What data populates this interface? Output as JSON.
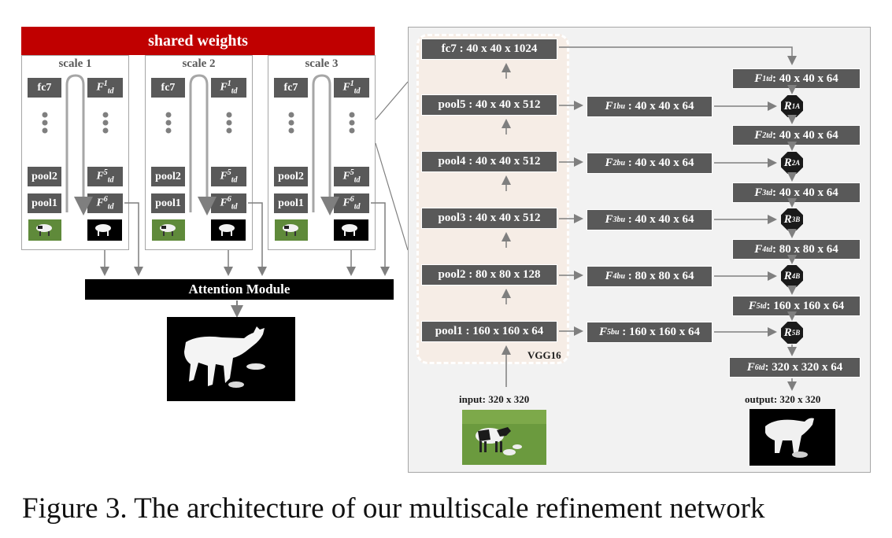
{
  "left": {
    "shared_weights": "shared weights",
    "scales": [
      {
        "title": "scale 1",
        "fc7": "fc7",
        "pool2": "pool2",
        "pool1": "pool1"
      },
      {
        "title": "scale 2",
        "fc7": "fc7",
        "pool2": "pool2",
        "pool1": "pool1"
      },
      {
        "title": "scale 3",
        "fc7": "fc7",
        "pool2": "pool2",
        "pool1": "pool1"
      }
    ],
    "f_base": "F",
    "td_sub": "td",
    "sup_1": "1",
    "sup_5": "5",
    "sup_6": "6",
    "attention": "Attention Module"
  },
  "right": {
    "vgg_label": "VGG16",
    "vgg": [
      {
        "label": "fc7 : 40 x 40 x 1024"
      },
      {
        "label": "pool5 : 40 x 40 x 512"
      },
      {
        "label": "pool4 : 40 x 40 x 512"
      },
      {
        "label": "pool3 : 40 x 40 x 512"
      },
      {
        "label": "pool2 : 80 x 80 x 128"
      },
      {
        "label": "pool1 : 160 x 160 x 64"
      }
    ],
    "fbu": [
      {
        "sup": "1",
        "dims": ": 40 x 40 x 64"
      },
      {
        "sup": "2",
        "dims": ": 40 x 40 x 64"
      },
      {
        "sup": "3",
        "dims": ": 40 x 40 x 64"
      },
      {
        "sup": "4",
        "dims": ": 80 x 80 x 64"
      },
      {
        "sup": "5",
        "dims": ": 160 x 160 x 64"
      }
    ],
    "ftd": [
      {
        "sup": "1",
        "dims": ": 40 x 40 x 64"
      },
      {
        "sup": "2",
        "dims": ": 40 x 40 x 64"
      },
      {
        "sup": "3",
        "dims": ": 40 x 40 x 64"
      },
      {
        "sup": "4",
        "dims": ": 80 x 80 x 64"
      },
      {
        "sup": "5",
        "dims": ": 160 x 160 x 64"
      },
      {
        "sup": "6",
        "dims": ": 320 x 320 x 64"
      }
    ],
    "refine": [
      {
        "base": "R",
        "sup": "1",
        "sub": "A"
      },
      {
        "base": "R",
        "sup": "2",
        "sub": "A"
      },
      {
        "base": "R",
        "sup": "3",
        "sub": "B"
      },
      {
        "base": "R",
        "sup": "4",
        "sub": "B"
      },
      {
        "base": "R",
        "sup": "5",
        "sub": "B"
      }
    ],
    "bu_sub": "bu",
    "td_sub": "td",
    "input_label": "input: 320 x 320",
    "output_label": "output: 320 x 320"
  },
  "caption": "Figure 3. The architecture of our multiscale refinement network"
}
